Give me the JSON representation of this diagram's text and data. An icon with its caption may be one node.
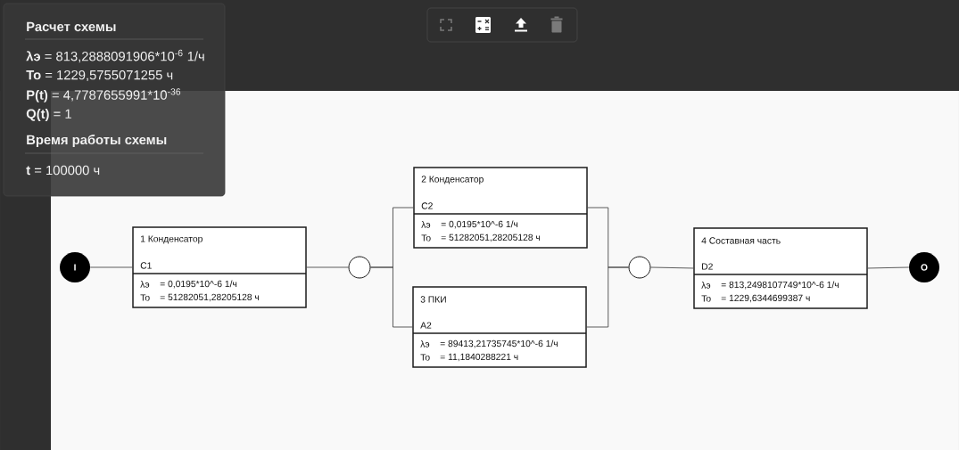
{
  "diagram": {
    "nodes": [
      {
        "text": [
          "Расчет схемы",
          "**λэ** = 813,2888091906*10$^{-6}$ 1/ч",
          "**To** = 1229,5755071255 ч",
          "**P(t)** = 4,7787655991*10$^{-36}$",
          "**Q(t)** = 1",
          "Время работы схемы",
          "**t** = 100000 ч"
        ]
      },
      {
        "text": [
          "I"
        ]
      },
      {
        "text": [
          "1 Конденсатор",
          "C1",
          "λэ",
          "= 0,0195*10^-6 1/ч",
          "To",
          "= 51282051,28205128 ч"
        ]
      },
      {
        "text": [],
        "shape": "circle"
      },
      {
        "text": [
          "2 Конденсатор",
          "C2",
          "λэ",
          "= 0,0195*10^-6 1/ч",
          "To",
          "= 51282051,28205128 ч"
        ]
      },
      {
        "text": [
          "3 ПКИ",
          "A2",
          "λэ",
          "= 89413,21735745*10^-6 1/ч",
          "To",
          "= 11,1840288221 ч"
        ]
      },
      {
        "text": [],
        "shape": "circle"
      },
      {
        "text": [
          "4 Составная часть",
          "D2",
          "λэ",
          "= 813,2498107749*10^-6 1/ч",
          "To",
          "= 1229,6344699387 ч"
        ]
      },
      {
        "text": [
          "O"
        ]
      }
    ],
    "edges": [
      {
        "from": 1,
        "to": 2,
        "arrow": "none"
      },
      {
        "from": 2,
        "to": 3,
        "arrow": "none"
      },
      {
        "from": 3,
        "to": 4,
        "arrow": "none"
      },
      {
        "from": 3,
        "to": 5,
        "arrow": "none"
      },
      {
        "from": 4,
        "to": 6,
        "arrow": "none"
      },
      {
        "from": 5,
        "to": 6,
        "arrow": "none"
      },
      {
        "from": 6,
        "to": 7,
        "arrow": "none"
      },
      {
        "from": 7,
        "to": 8,
        "arrow": "none"
      }
    ]
  }
}
